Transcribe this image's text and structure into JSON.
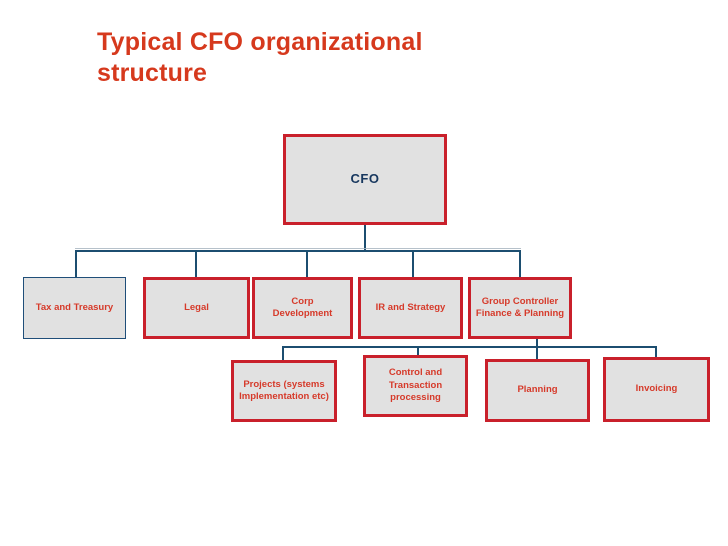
{
  "slide_title": "Typical CFO organizational structure",
  "colors": {
    "title_red": "#D6391D",
    "box_border_red": "#C9202B",
    "box_text_red": "#D63A2A",
    "cfo_text_navy": "#17375E",
    "connector_navy": "#1C4E70",
    "tax_border_navy": "#1F4E79",
    "box_fill_gray": "#E1E1E1"
  },
  "org_chart": {
    "root": {
      "label": "CFO"
    },
    "level2": [
      {
        "label": "Tax and Treasury",
        "parent": "CFO"
      },
      {
        "label": "Legal",
        "parent": "CFO"
      },
      {
        "label": "Corp Development",
        "parent": "CFO"
      },
      {
        "label": "IR and Strategy",
        "parent": "CFO"
      },
      {
        "label": "Group Controller Finance & Planning",
        "parent": "CFO"
      }
    ],
    "level3": [
      {
        "label": "Projects (systems Implementation etc)",
        "parent": "Group Controller Finance & Planning"
      },
      {
        "label": "Control and Transaction processing",
        "parent": "Group Controller Finance & Planning"
      },
      {
        "label": "Planning",
        "parent": "Group Controller Finance & Planning"
      },
      {
        "label": "Invoicing",
        "parent": "Group Controller Finance & Planning"
      }
    ]
  }
}
